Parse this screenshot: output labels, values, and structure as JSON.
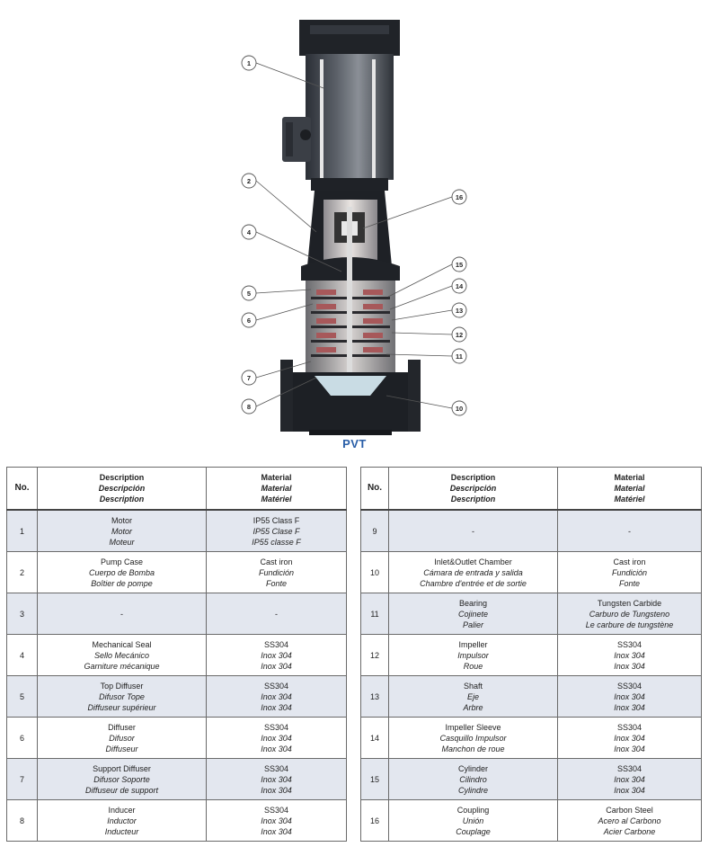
{
  "figure": {
    "caption": "PVT",
    "callouts": [
      "1",
      "2",
      "4",
      "5",
      "6",
      "7",
      "8",
      "16",
      "15",
      "14",
      "13",
      "12",
      "11",
      "10"
    ]
  },
  "headers": {
    "no": "No.",
    "description": [
      "Description",
      "Descripción",
      "Description"
    ],
    "material": [
      "Material",
      "Material",
      "Matériel"
    ]
  },
  "left_rows": [
    {
      "no": "1",
      "desc": [
        "Motor",
        "Motor",
        "Moteur"
      ],
      "mat": [
        "IP55 Class F",
        "IP55 Clase F",
        "IP55 classe F"
      ]
    },
    {
      "no": "2",
      "desc": [
        "Pump Case",
        "Cuerpo de Bomba",
        "Boîtier de pompe"
      ],
      "mat": [
        "Cast iron",
        "Fundición",
        "Fonte"
      ]
    },
    {
      "no": "3",
      "desc": [
        "-",
        "",
        ""
      ],
      "mat": [
        "-",
        "",
        ""
      ]
    },
    {
      "no": "4",
      "desc": [
        "Mechanical Seal",
        "Sello Mecánico",
        "Garniture mécanique"
      ],
      "mat": [
        "SS304",
        "Inox 304",
        "Inox 304"
      ]
    },
    {
      "no": "5",
      "desc": [
        "Top Diffuser",
        "Difusor Tope",
        "Diffuseur supérieur"
      ],
      "mat": [
        "SS304",
        "Inox 304",
        "Inox 304"
      ]
    },
    {
      "no": "6",
      "desc": [
        "Diffuser",
        "Difusor",
        "Diffuseur"
      ],
      "mat": [
        "SS304",
        "Inox 304",
        "Inox 304"
      ]
    },
    {
      "no": "7",
      "desc": [
        "Support Diffuser",
        "Difusor Soporte",
        "Diffuseur de support"
      ],
      "mat": [
        "SS304",
        "Inox 304",
        "Inox 304"
      ]
    },
    {
      "no": "8",
      "desc": [
        "Inducer",
        "Inductor",
        "Inducteur"
      ],
      "mat": [
        "SS304",
        "Inox 304",
        "Inox 304"
      ]
    }
  ],
  "right_rows": [
    {
      "no": "9",
      "desc": [
        "-",
        "",
        ""
      ],
      "mat": [
        "-",
        "",
        ""
      ]
    },
    {
      "no": "10",
      "desc": [
        "Inlet&Outlet Chamber",
        "Cámara de entrada y salida",
        "Chambre d'entrée et de sortie"
      ],
      "mat": [
        "Cast iron",
        "Fundición",
        "Fonte"
      ]
    },
    {
      "no": "11",
      "desc": [
        "Bearing",
        "Cojinete",
        "Palier"
      ],
      "mat": [
        "Tungsten Carbide",
        "Carburo de Tungsteno",
        "Le carbure de tungstène"
      ]
    },
    {
      "no": "12",
      "desc": [
        "Impeller",
        "Impulsor",
        "Roue"
      ],
      "mat": [
        "SS304",
        "Inox 304",
        "Inox 304"
      ]
    },
    {
      "no": "13",
      "desc": [
        "Shaft",
        "Eje",
        "Arbre"
      ],
      "mat": [
        "SS304",
        "Inox 304",
        "Inox 304"
      ]
    },
    {
      "no": "14",
      "desc": [
        "Impeller Sleeve",
        "Casquillo Impulsor",
        "Manchon de roue"
      ],
      "mat": [
        "SS304",
        "Inox 304",
        "Inox 304"
      ]
    },
    {
      "no": "15",
      "desc": [
        "Cylinder",
        "Cilindro",
        "Cylindre"
      ],
      "mat": [
        "SS304",
        "Inox 304",
        "Inox 304"
      ]
    },
    {
      "no": "16",
      "desc": [
        "Coupling",
        "Unión",
        "Couplage"
      ],
      "mat": [
        "Carbon Steel",
        "Acero al Carbono",
        "Acier Carbone"
      ]
    }
  ]
}
